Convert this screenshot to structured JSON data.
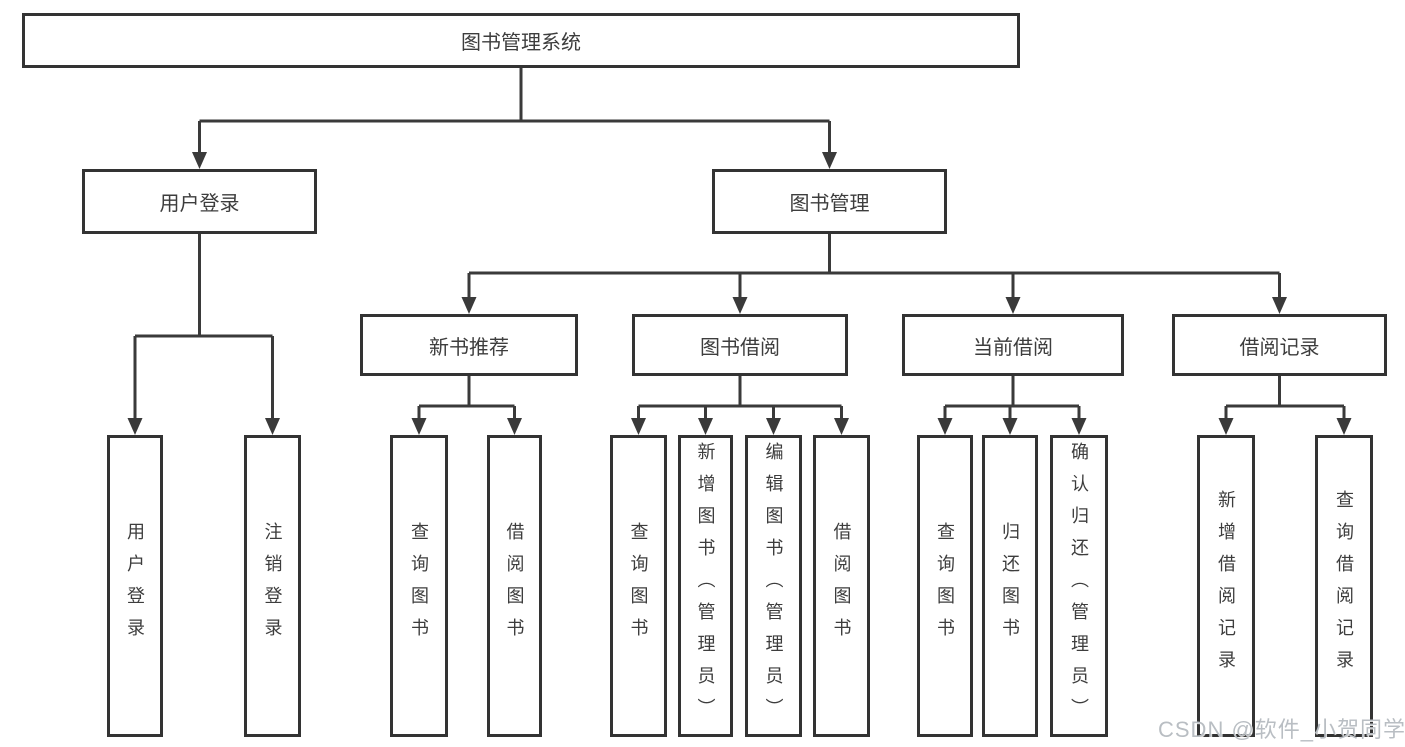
{
  "diagram": {
    "root": {
      "label": "图书管理系统"
    },
    "user_login": {
      "label": "用户登录",
      "children": [
        {
          "label": "用户登录"
        },
        {
          "label": "注销登录"
        }
      ]
    },
    "book_mgmt": {
      "label": "图书管理",
      "groups": [
        {
          "label": "新书推荐",
          "children": [
            {
              "label": "查询图书"
            },
            {
              "label": "借阅图书"
            }
          ]
        },
        {
          "label": "图书借阅",
          "children": [
            {
              "label": "查询图书"
            },
            {
              "label": "新增图书（管理员）"
            },
            {
              "label": "编辑图书（管理员）"
            },
            {
              "label": "借阅图书"
            }
          ]
        },
        {
          "label": "当前借阅",
          "children": [
            {
              "label": "查询图书"
            },
            {
              "label": "归还图书"
            },
            {
              "label": "确认归还（管理员）"
            }
          ]
        },
        {
          "label": "借阅记录",
          "children": [
            {
              "label": "新增借阅记录"
            },
            {
              "label": "查询借阅记录"
            }
          ]
        }
      ]
    }
  },
  "watermark": "CSDN @软件_小贺同学",
  "colors": {
    "line": "#3a3a3a",
    "border": "#333333",
    "text": "#3d3d3d",
    "watermark": "#b9bec3",
    "background": "#ffffff"
  }
}
